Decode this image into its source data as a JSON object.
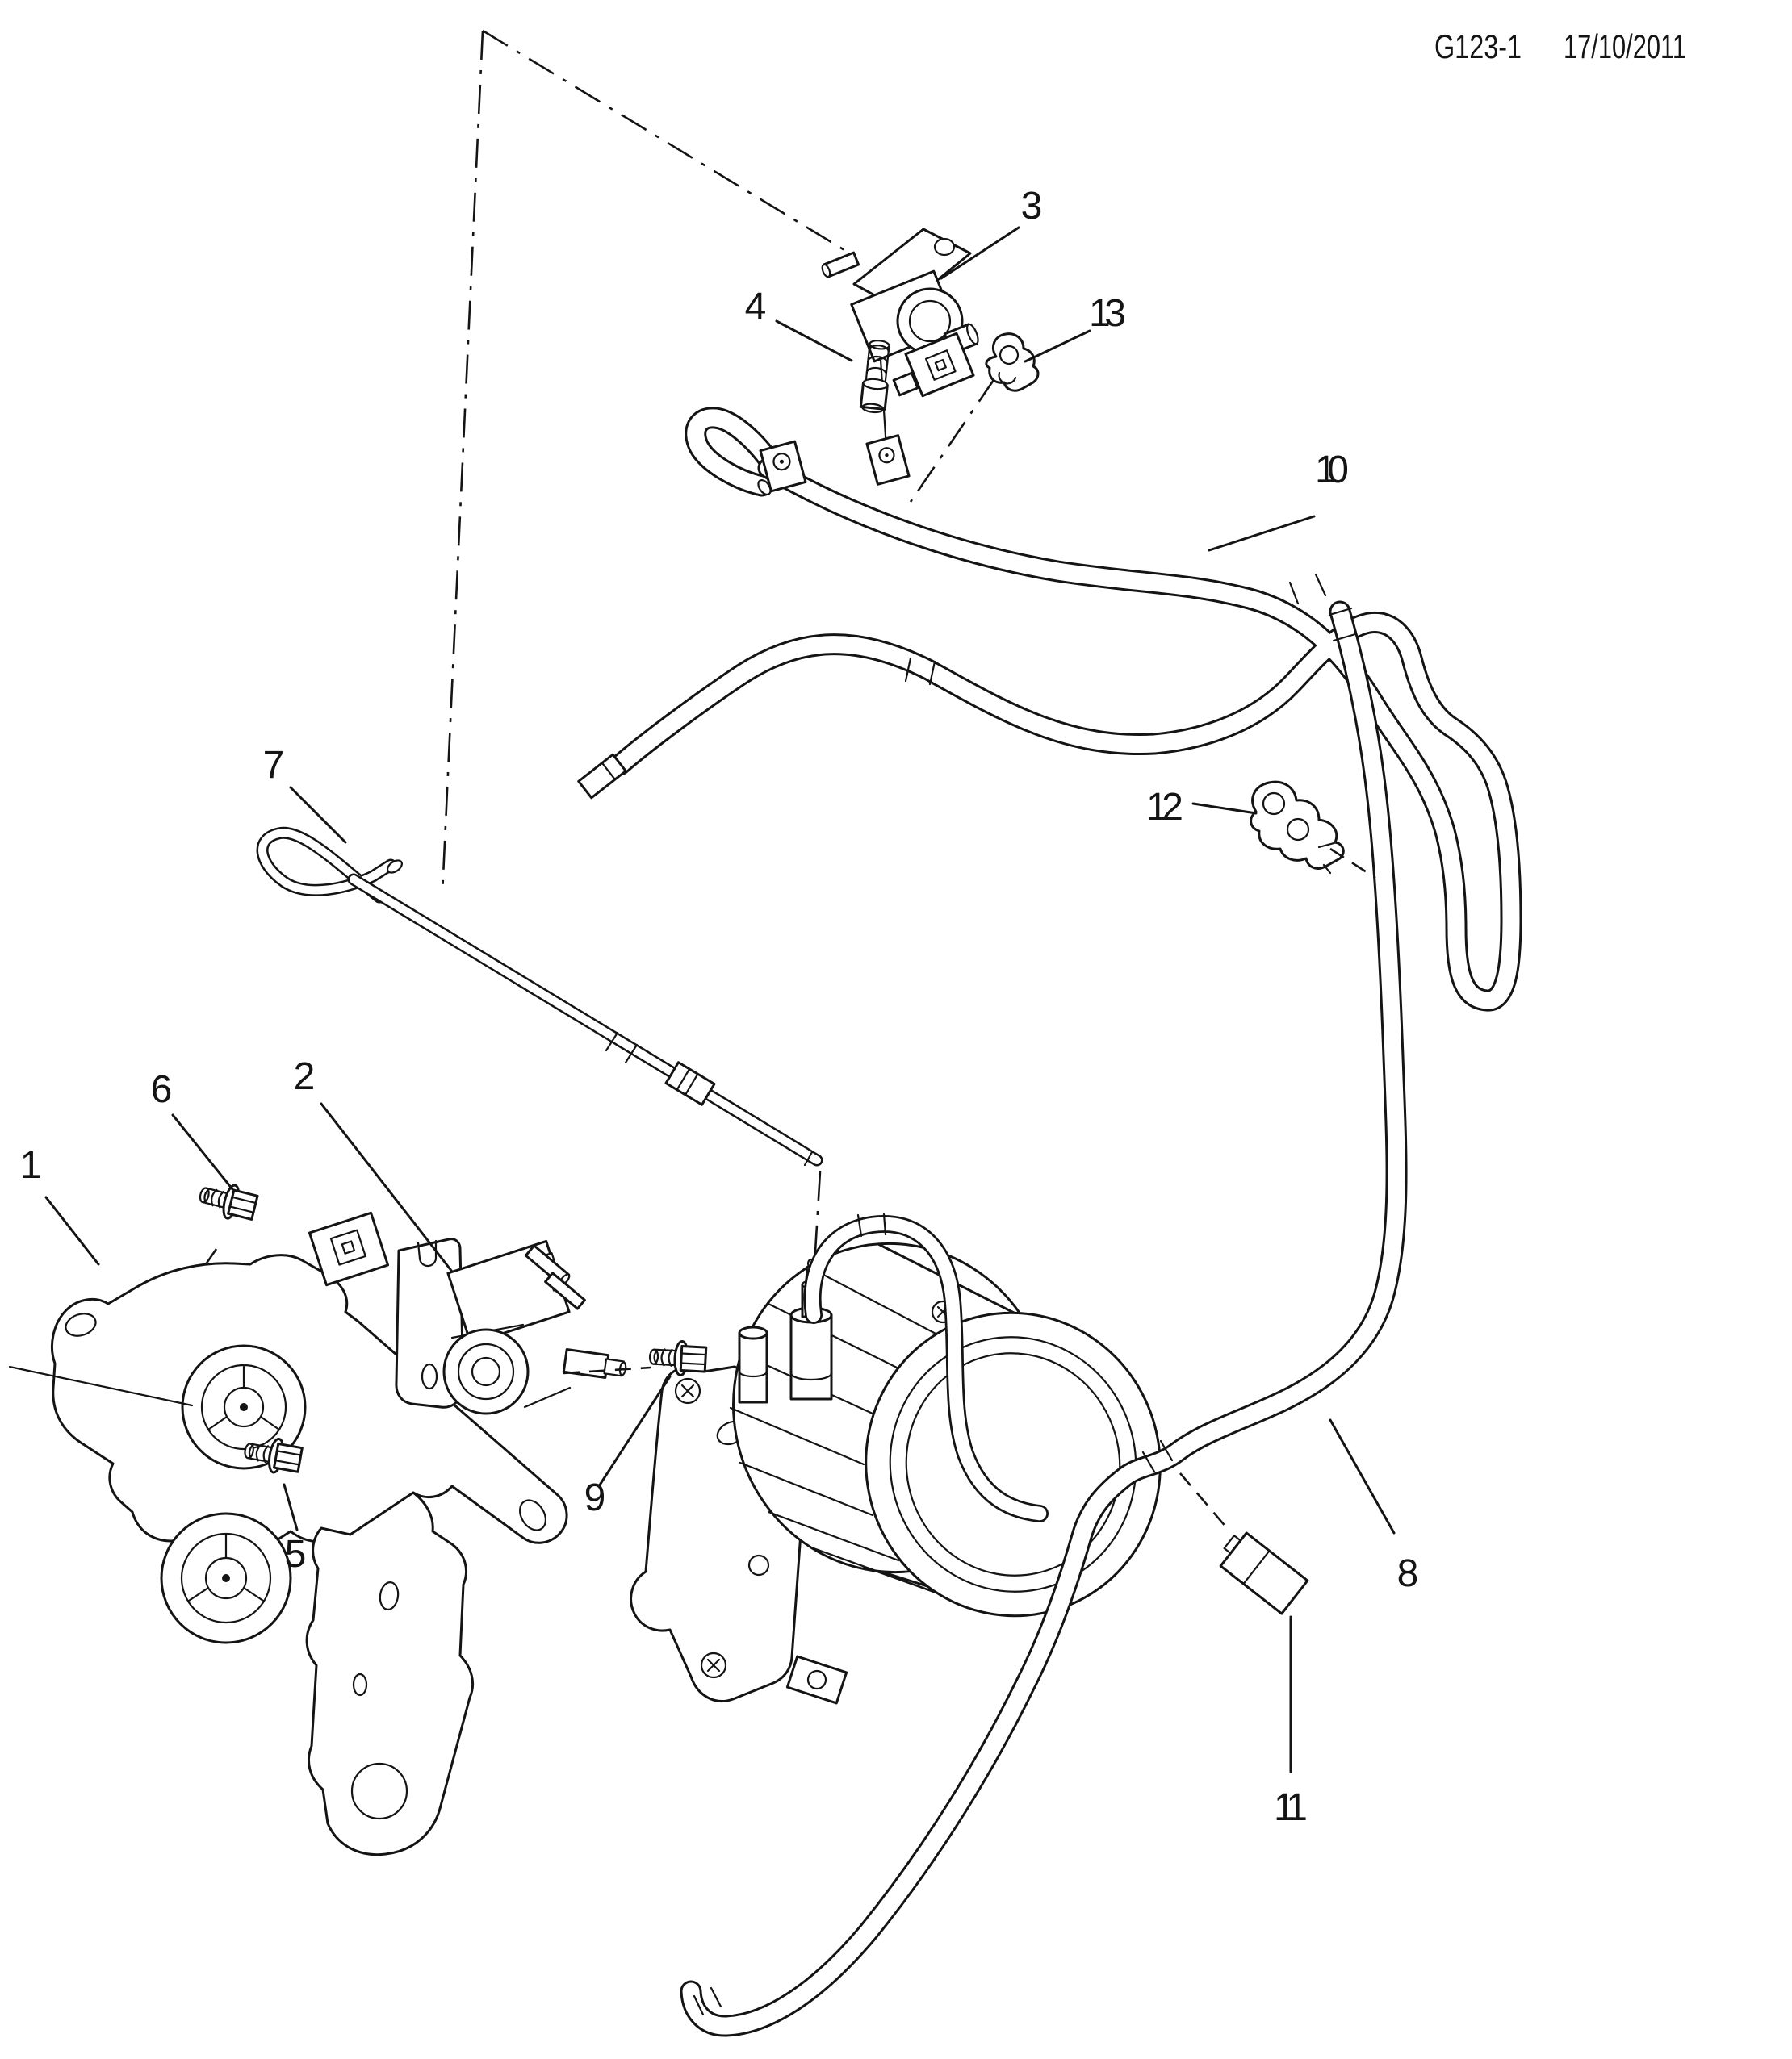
{
  "header": {
    "drawing_number": "G123-1",
    "date": "17/10/2011"
  },
  "diagram": {
    "type": "exploded-parts-diagram",
    "callouts": [
      {
        "label": "1"
      },
      {
        "label": "2"
      },
      {
        "label": "3"
      },
      {
        "label": "4"
      },
      {
        "label": "5"
      },
      {
        "label": "6"
      },
      {
        "label": "7"
      },
      {
        "label": "8"
      },
      {
        "label": "9"
      },
      {
        "label": "10"
      },
      {
        "label": "11"
      },
      {
        "label": "12"
      },
      {
        "label": "13"
      }
    ]
  },
  "colors": {
    "line": "#141414",
    "background": "#ffffff"
  }
}
